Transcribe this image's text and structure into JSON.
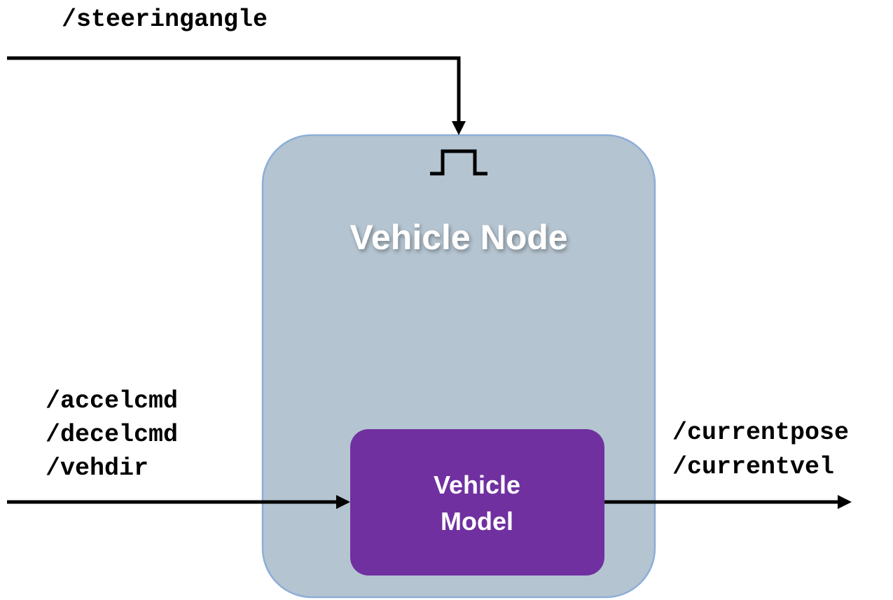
{
  "inputs": {
    "top_topic": "/steeringangle",
    "left_topics": [
      "/accelcmd",
      "/decelcmd",
      "/vehdir"
    ]
  },
  "node": {
    "title": "Vehicle Node",
    "model_label_line1": "Vehicle",
    "model_label_line2": "Model"
  },
  "outputs": {
    "right_topics": [
      "/currentpose",
      "/currentvel"
    ]
  },
  "colors": {
    "node_fill": "#b4c4d0",
    "node_border": "#8eaed8",
    "model_fill": "#7030a0",
    "line": "#000000"
  }
}
